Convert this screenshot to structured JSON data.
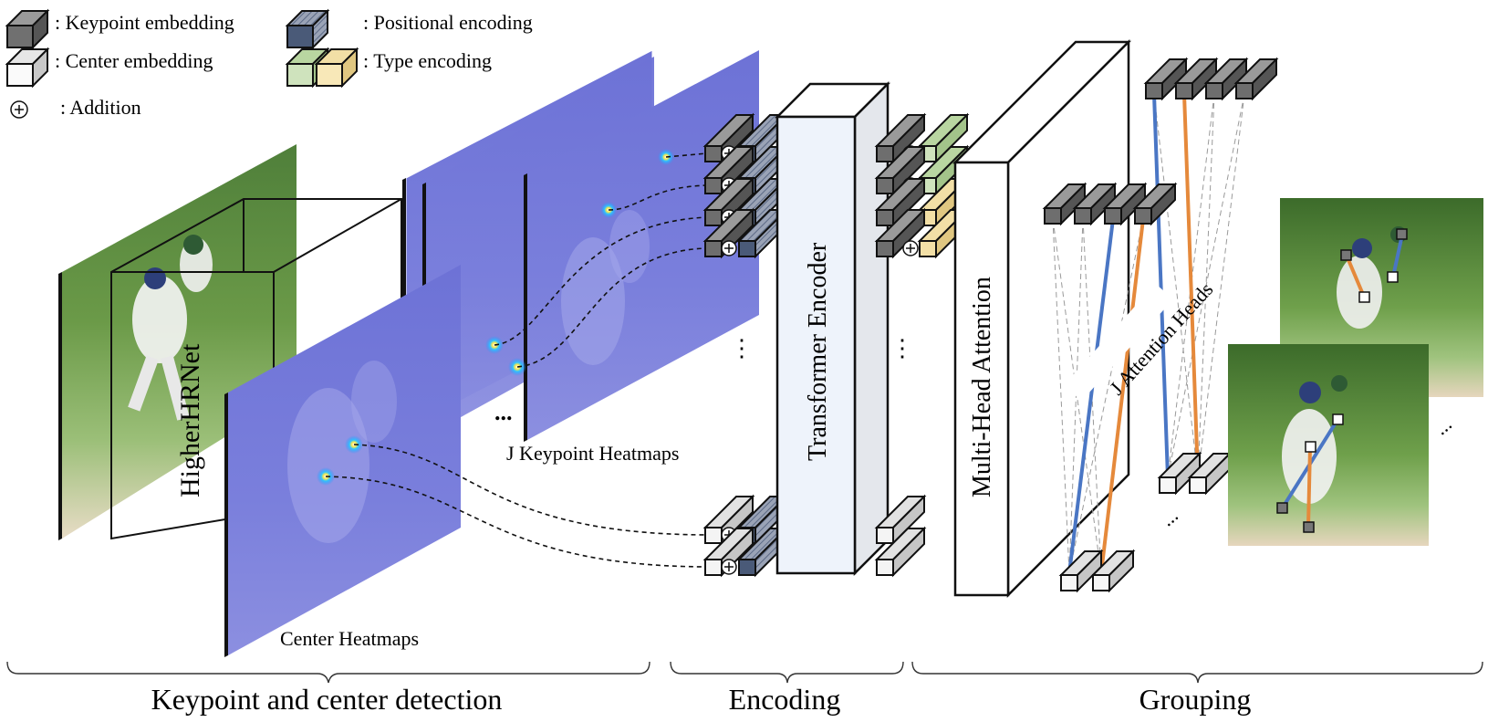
{
  "legend": {
    "keypoint_embedding": ": Keypoint embedding",
    "center_embedding": ": Center embedding",
    "addition": ": Addition",
    "positional_encoding": ": Positional encoding",
    "type_encoding": ": Type encoding"
  },
  "labels": {
    "backbone": "HigherHRNet",
    "keypoint_heatmaps": "J Keypoint Heatmaps",
    "center_heatmaps": "Center Heatmaps",
    "transformer_encoder": "Transformer Encoder",
    "multi_head_attention": "Multi-Head Attention",
    "attention_heads": "J Attention Heads",
    "ellipsis": "...",
    "vertical_ellipsis": "⋮"
  },
  "stages": {
    "detection": "Keypoint and center detection",
    "encoding": "Encoding",
    "grouping": "Grouping"
  },
  "colors": {
    "keypoint": "#6e6e6e",
    "center": "#d9d9d9",
    "positional": "#4a5a78",
    "type_green": "#cfe3bd",
    "type_yellow": "#f2dfa6",
    "heatmap": "#7b7fdc",
    "encoder_fill": "#eef3fb",
    "blue_line": "#4a76c4",
    "orange_line": "#e5893b",
    "grass": "#7fae5d",
    "foliage": "#3f6e2d"
  }
}
